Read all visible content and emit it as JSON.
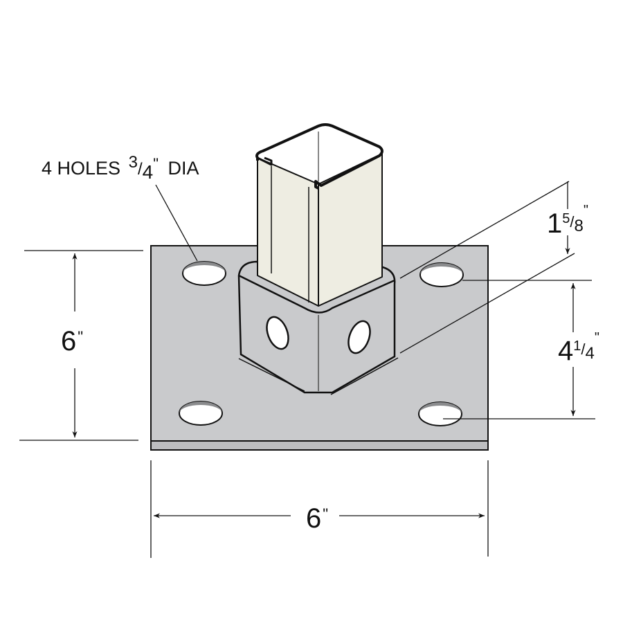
{
  "title": "Single channel post base",
  "holes_label": {
    "prefix": "4 HOLES",
    "num": "3",
    "slash": "/",
    "den": "4",
    "unit": "\"",
    "suffix": "DIA"
  },
  "dim_height": {
    "whole": "6",
    "unit": "\""
  },
  "dim_width": {
    "whole": "6",
    "unit": "\""
  },
  "dim_hole_spacing": {
    "whole": "4",
    "num": "1",
    "slash": "/",
    "den": "4",
    "unit": "\""
  },
  "dim_channel": {
    "whole": "1",
    "num": "5",
    "slash": "/",
    "den": "8",
    "unit": "\""
  },
  "colors": {
    "plate": "#c9cacc",
    "channel": "#eeede2",
    "line": "#111111"
  }
}
